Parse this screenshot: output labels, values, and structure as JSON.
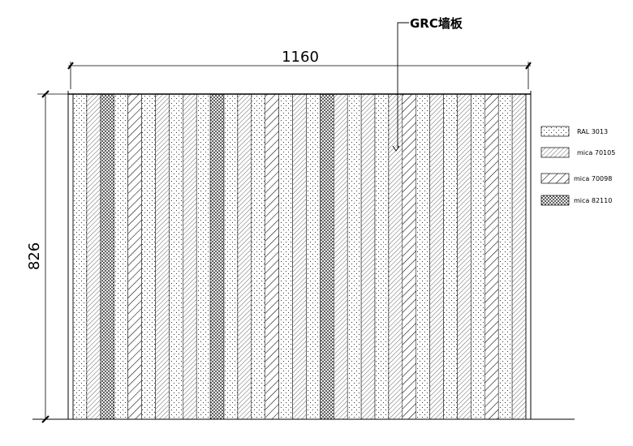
{
  "drawing": {
    "width_label": "1160",
    "height_label": "826",
    "callout_label": "GRC墙板"
  },
  "legend": [
    {
      "pattern": "dots",
      "label": "RAL 3013"
    },
    {
      "pattern": "hatch-fine",
      "label": "mica 70105"
    },
    {
      "pattern": "hatch-wide",
      "label": "mica 70098"
    },
    {
      "pattern": "crosshatch",
      "label": "mica 82110"
    }
  ],
  "stripe_sequence": [
    "dots",
    "hatch-fine",
    "crosshatch",
    "dots",
    "hatch-wide",
    "dots",
    "hatch-fine",
    "dots",
    "hatch-fine",
    "dots",
    "crosshatch",
    "dots",
    "hatch-fine",
    "dots",
    "hatch-wide",
    "dots",
    "hatch-fine",
    "dots",
    "crosshatch",
    "hatch-fine",
    "dots",
    "hatch-fine",
    "dots",
    "hatch-fine",
    "hatch-wide",
    "dots",
    "hatch-fine",
    "dots",
    "hatch-fine",
    "dots",
    "hatch-wide",
    "dots",
    "hatch-fine"
  ]
}
